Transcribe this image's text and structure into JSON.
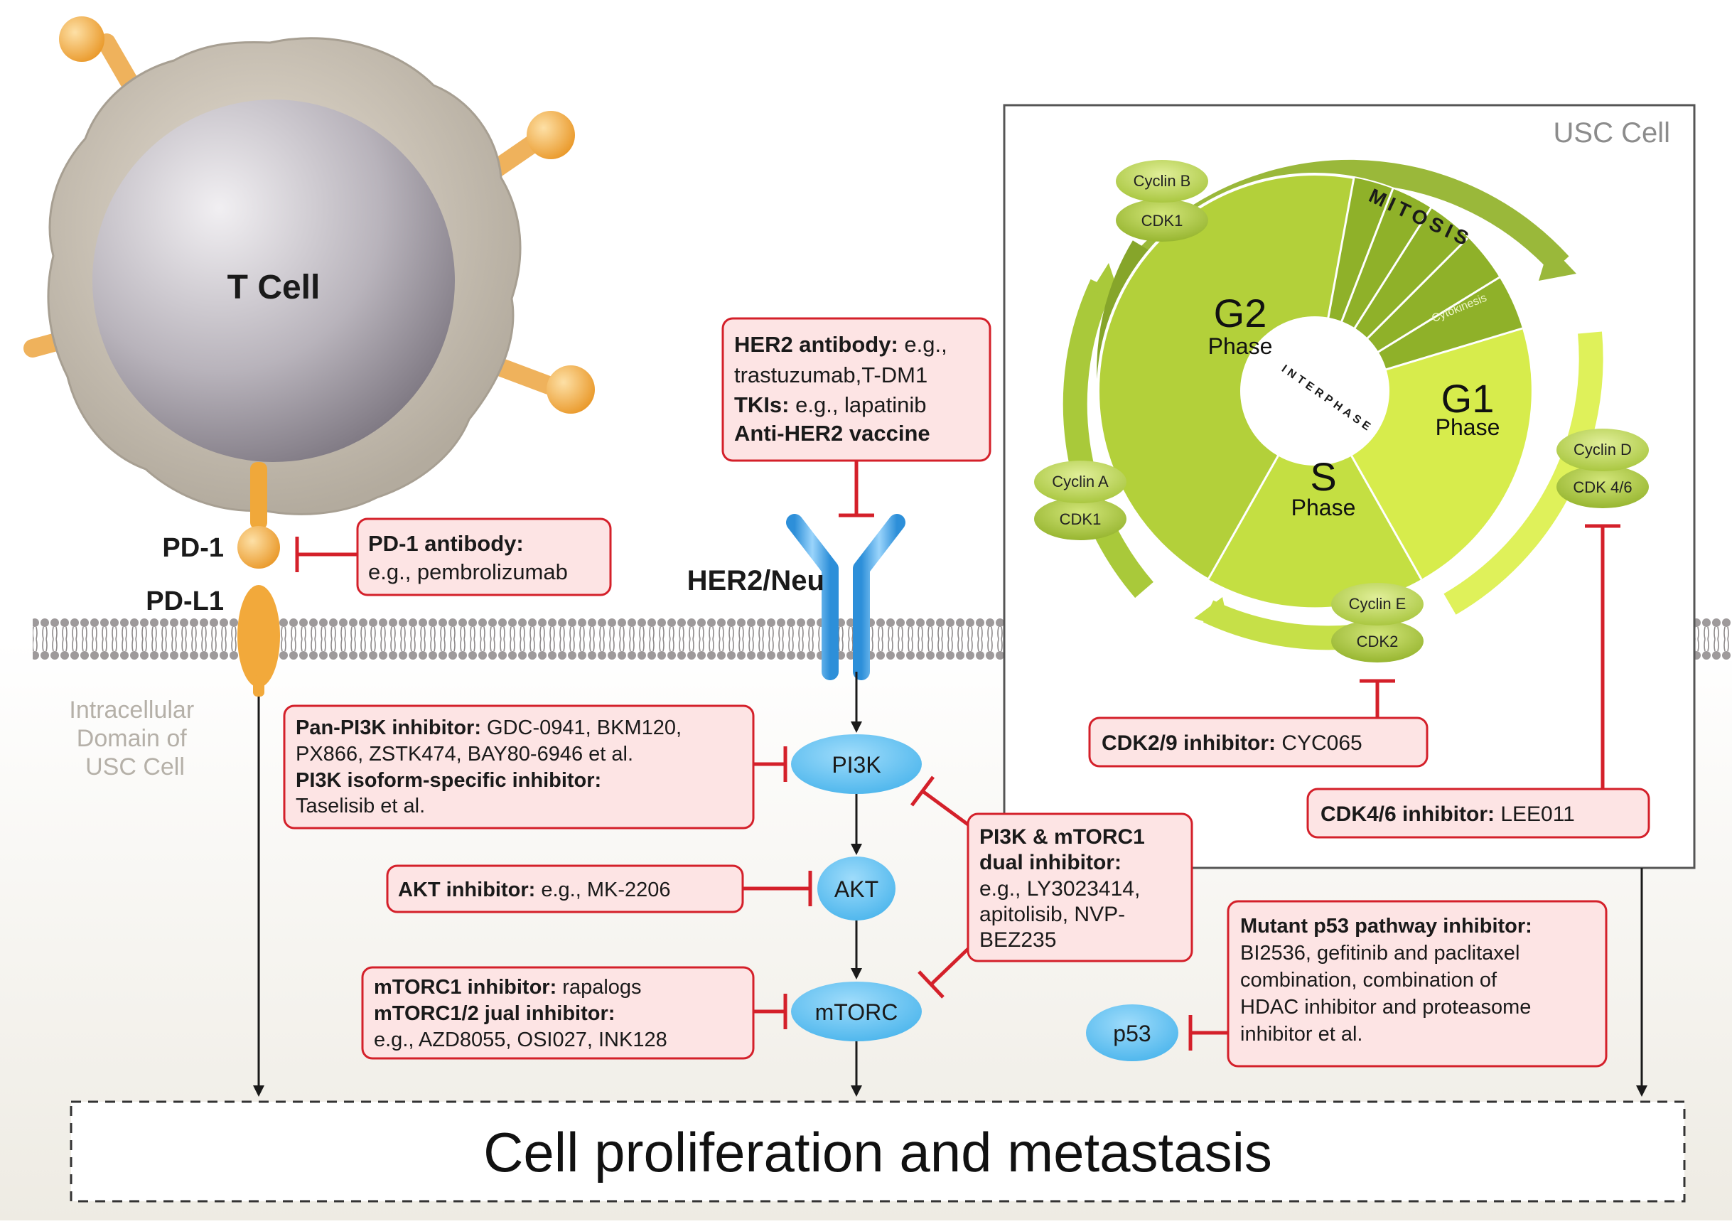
{
  "tcell": {
    "label": "T Cell"
  },
  "pd1": {
    "label": "PD-1"
  },
  "pdl1": {
    "label": "PD-L1"
  },
  "her2": {
    "label": "HER2/Neu"
  },
  "domain": {
    "line1": "Intracellular",
    "line2": "Domain of",
    "line3": "USC Cell"
  },
  "usc": {
    "title": "USC Cell"
  },
  "nodes": {
    "pi3k": "PI3K",
    "akt": "AKT",
    "mtorc": "mTORC",
    "p53": "p53"
  },
  "cycle": {
    "g2": "G2",
    "g2_phase": "Phase",
    "g1": "G1",
    "g1_phase": "Phase",
    "s": "S",
    "s_phase": "Phase",
    "mitosis": "MITOSIS",
    "cytokinesis": "Cytokinesis",
    "interphase": "INTERPHASE",
    "cyclin_b": "Cyclin B",
    "cdk1_b": "CDK1",
    "cyclin_a": "Cyclin A",
    "cdk1_a": "CDK1",
    "cyclin_d": "Cyclin D",
    "cdk46": "CDK 4/6",
    "cyclin_e": "Cyclin E",
    "cdk2": "CDK2"
  },
  "boxes": {
    "her2_antibody": {
      "b1": "HER2 antibody:",
      "t1": " e.g.,",
      "t2": "trastuzumab,T-DM1",
      "b3": "TKIs:",
      "t3": " e.g., lapatinib",
      "b4": "Anti-HER2 vaccine"
    },
    "pd1_antibody": {
      "b1": "PD-1 antibody:",
      "t2": "e.g., pembrolizumab"
    },
    "pi3k_inhibitor": {
      "b1": "Pan-PI3K inhibitor:",
      "t1": " GDC-0941, BKM120,",
      "t2": "PX866, ZSTK474, BAY80-6946 et al.",
      "b3": "PI3K isoform-specific inhibitor:",
      "t4": "Taselisib et al."
    },
    "akt_inhibitor": {
      "b1": "AKT inhibitor:",
      "t1": " e.g., MK-2206"
    },
    "mtorc_inhibitor": {
      "b1": "mTORC1 inhibitor:",
      "t1": " rapalogs",
      "b2": "mTORC1/2 jual inhibitor:",
      "t3": "e.g., AZD8055, OSI027, INK128"
    },
    "dual_inhibitor": {
      "b1": "PI3K & mTORC1",
      "b2": "dual inhibitor:",
      "t3": "e.g., LY3023414,",
      "t4": "apitolisib, NVP-",
      "t5": "BEZ235"
    },
    "cdk29_inhibitor": {
      "b1": "CDK2/9 inhibitor:",
      "t1": " CYC065"
    },
    "cdk46_inhibitor": {
      "b1": "CDK4/6 inhibitor:",
      "t1": " LEE011"
    },
    "p53_inhibitor": {
      "b1": "Mutant p53 pathway inhibitor:",
      "t2": "BI2536,  gefitinib and paclitaxel",
      "t3": "combination, combination of",
      "t4": "HDAC inhibitor and proteasome",
      "t5": "inhibitor et  al."
    }
  },
  "outcome": {
    "label": "Cell proliferation and metastasis"
  },
  "colors": {
    "inhibit": "#d4202a",
    "box_fill": "#fde4e4",
    "node": "#5bc0f0",
    "cycle_green": "#a8c93a",
    "receptor": "#4fa8e8",
    "tcell_orange": "#f2a93b"
  }
}
